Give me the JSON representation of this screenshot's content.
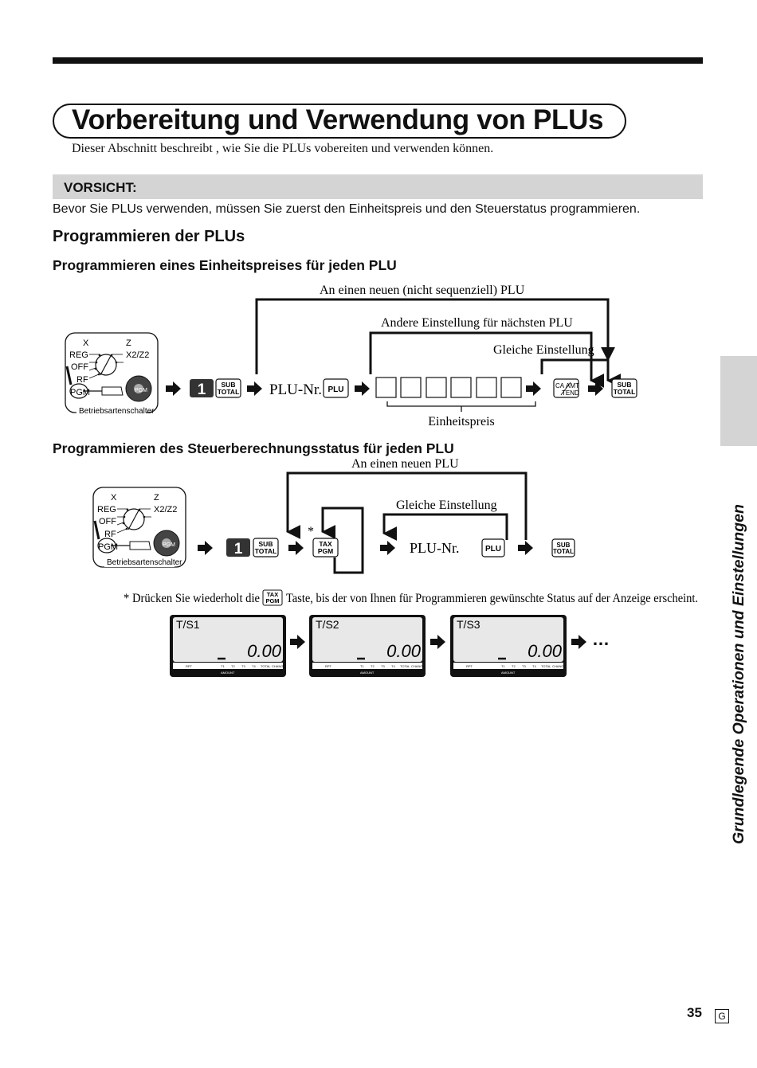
{
  "header": {
    "title": "Vorbereitung und Verwendung von PLUs",
    "intro": "Dieser Abschnitt beschreibt , wie Sie die PLUs vobereiten und verwenden können."
  },
  "caution": {
    "title": "VORSICHT:",
    "text": "Bevor Sie PLUs verwenden, müssen Sie zuerst den Einheitspreis und den Steuerstatus programmieren."
  },
  "section": {
    "heading": "Programmieren der PLUs"
  },
  "mode_switch": {
    "positions": [
      "X",
      "Z",
      "REG",
      "X2/Z2",
      "OFF",
      "RF",
      "PGM"
    ],
    "label": "Betriebsartenschalter",
    "key_label": "PGM"
  },
  "keys": {
    "one": "1",
    "subtotal_top": "SUB",
    "subtotal_bottom": "TOTAL",
    "plu": "PLU",
    "ca_top": "CA",
    "ca_bottom": "AMT",
    "ca_tend": "TEND",
    "tax_top": "TAX",
    "tax_bottom": "PGM"
  },
  "diagram1": {
    "heading": "Programmieren eines Einheitspreises für jeden PLU",
    "loop_new": "An einen neuen (nicht sequenziell) PLU",
    "loop_next": "Andere Einstellung für nächsten PLU",
    "loop_same": "Gleiche Einstellung",
    "plu_label": "PLU-Nr.",
    "price_label": "Einheitspreis"
  },
  "diagram2": {
    "heading": "Programmieren des Steuerberechnungsstatus für jeden PLU",
    "loop_new": "An einen neuen PLU",
    "loop_same": "Gleiche Einstellung",
    "plu_label": "PLU-Nr.",
    "asterisk": "*"
  },
  "footnote": {
    "prefix": "* Drücken Sie wiederholt die",
    "suffix": "Taste, bis der von Ihnen für Programmieren gewünschte Status auf der Anzeige erscheint."
  },
  "displays": [
    {
      "mode": "T/S1",
      "value": "0.00"
    },
    {
      "mode": "T/S2",
      "value": "0.00"
    },
    {
      "mode": "T/S3",
      "value": "0.00"
    }
  ],
  "display_labels": {
    "rpt": "RPT",
    "t1": "T1",
    "t2": "T2",
    "t3": "T3",
    "t4": "T4",
    "total": "TOTAL",
    "change": "CHANGE",
    "amount": "AMOUNT"
  },
  "ellipsis": "…",
  "side_tab": "Grundlegende Operationen und Einstellungen",
  "footer": {
    "page_number": "35",
    "language_code": "G"
  }
}
